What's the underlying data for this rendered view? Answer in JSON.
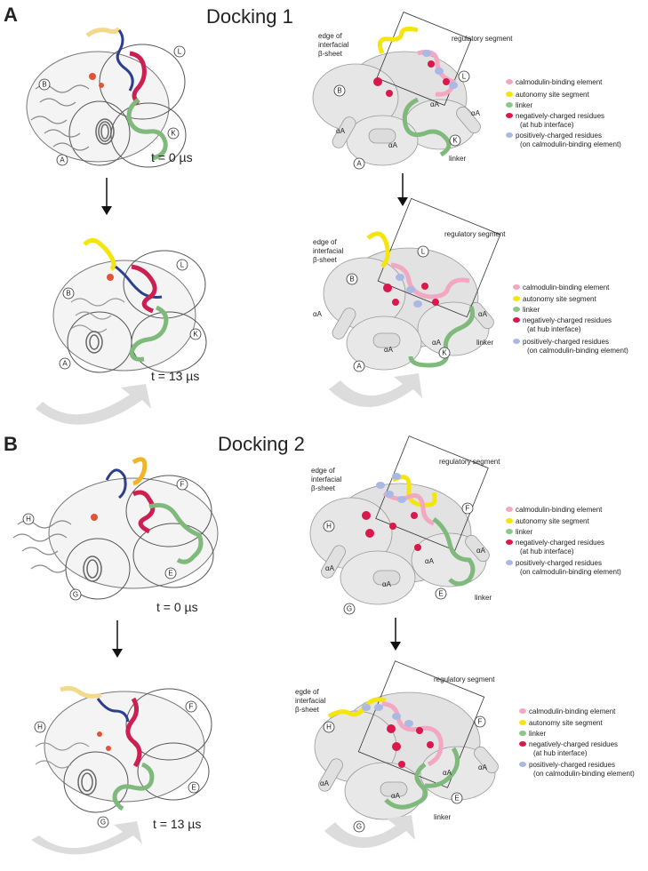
{
  "panels": [
    {
      "letter": "A",
      "title": "Docking 1",
      "times": [
        "t = 0 µs",
        "t = 13 µs"
      ],
      "subunits_top": [
        "B",
        "L",
        "K",
        "A"
      ],
      "subunits_bottom": [
        "B",
        "L",
        "K",
        "A"
      ],
      "schematic": {
        "edge_label": [
          "edge of",
          "interfacial",
          "β-sheet"
        ],
        "regulatory": "regulatory segment",
        "linker": "linker",
        "helix": "αA"
      }
    },
    {
      "letter": "B",
      "title": "Docking 2",
      "times": [
        "t = 0 µs",
        "t = 13 µs"
      ],
      "subunits_top": [
        "H",
        "F",
        "E",
        "G"
      ],
      "subunits_bottom": [
        "H",
        "F",
        "E",
        "G"
      ],
      "schematic": {
        "edge_label_top": [
          "edge of",
          "interfacial",
          "β-sheet"
        ],
        "edge_label_bottom": [
          "egde of",
          "interfacial",
          "β-sheet"
        ],
        "regulatory": "regulatory segment",
        "linker": "linker",
        "helix": "αA"
      }
    }
  ],
  "legend": {
    "items": [
      {
        "label": "calmodulin-binding element",
        "color": "#f2a7c3"
      },
      {
        "label": "autonomy site segment",
        "color": "#f5e50e"
      },
      {
        "label": "linker",
        "color": "#8cc78a"
      },
      {
        "label": "negatively-charged residues",
        "sub": "(at hub interface)",
        "color": "#d9184b"
      },
      {
        "label": "positively-charged residues",
        "sub": "(on calmodulin-binding element)",
        "color": "#a9b9e3"
      }
    ]
  }
}
